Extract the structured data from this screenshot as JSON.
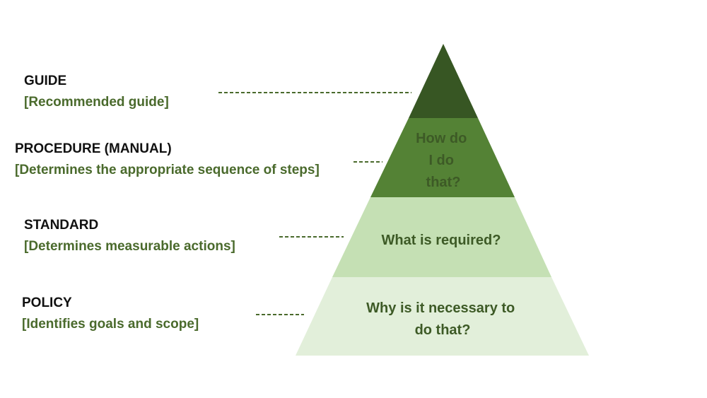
{
  "levels": [
    {
      "title": "GUIDE",
      "description": "[Recommended guide]",
      "question": "",
      "fill": "#375623"
    },
    {
      "title": "PROCEDURE (MANUAL)",
      "description": "[Determines the appropriate sequence of steps]",
      "question": [
        "How do",
        "I do",
        "that?"
      ],
      "fill": "#548235",
      "question_color": "#3d5a26"
    },
    {
      "title": "STANDARD",
      "description": "[Determines measurable actions]",
      "question": [
        "What is required?"
      ],
      "fill": "#c5e0b4",
      "question_color": "#3d5a26"
    },
    {
      "title": "POLICY",
      "description": "[Identifies goals and scope]",
      "question": [
        "Why is it necessary to",
        "do that?"
      ],
      "fill": "#e2efda",
      "question_color": "#3d5a26"
    }
  ],
  "colors": {
    "title_text": "#111111",
    "description_text": "#4a6a2c",
    "connector_line": "#4a6a2c"
  }
}
